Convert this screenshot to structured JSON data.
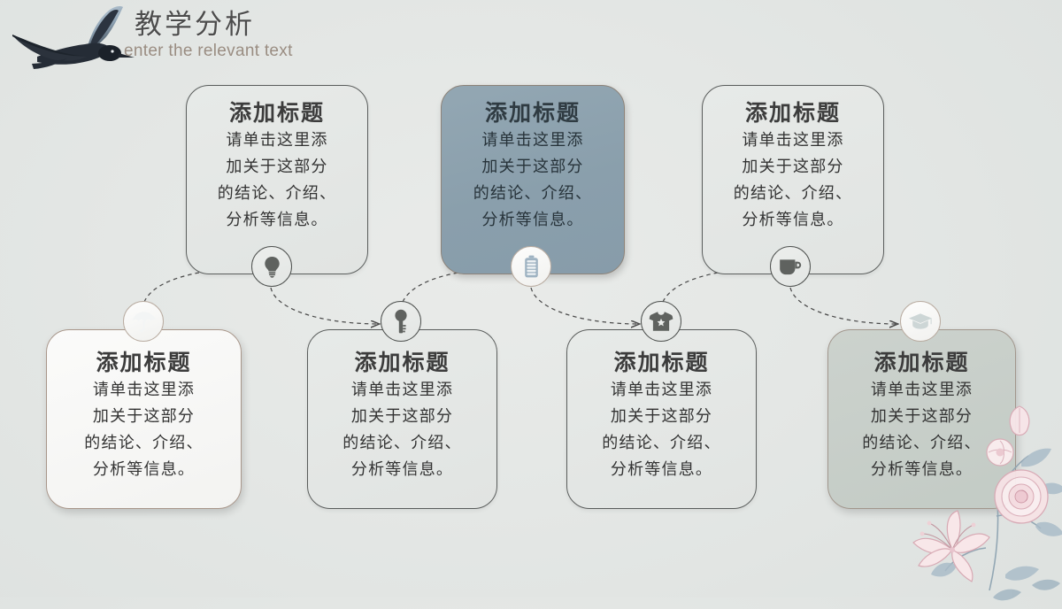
{
  "slide": {
    "background_color": "#e4e7e5",
    "header": {
      "logo_icon": "flying-bird-logo",
      "title_cn": "教学分析",
      "title_en": "enter the relevant text",
      "title_color": "#4c4c4c",
      "subtitle_color": "#9a8d82"
    },
    "decoration": {
      "flower_icon": "watercolor-flower-decoration",
      "petal_color": "#f2cfd6",
      "leaf_color": "#9fb2be"
    },
    "cards": [
      {
        "id": "card-top-1",
        "row": "top",
        "title": "添加标题",
        "body": "请单击这里添\n加关于这部分\n的结论、介绍、\n分析等信息。",
        "icon": "lightbulb-icon",
        "style": "outline",
        "fill_color": "#e4e7e5",
        "border_color": "#5a5d5c",
        "badge_style": "dark"
      },
      {
        "id": "card-top-2",
        "row": "top",
        "title": "添加标题",
        "body": "请单击这里添\n加关于这部分\n的结论、介绍、\n分析等信息。",
        "icon": "battery-icon",
        "style": "accent",
        "fill_color": "#8ba2ae",
        "border_color": "#8d8379",
        "badge_style": "light"
      },
      {
        "id": "card-top-3",
        "row": "top",
        "title": "添加标题",
        "body": "请单击这里添\n加关于这部分\n的结论、介绍、\n分析等信息。",
        "icon": "coffee-cup-icon",
        "style": "outline",
        "fill_color": "#e4e7e5",
        "border_color": "#5a5d5c",
        "badge_style": "dark"
      },
      {
        "id": "card-bottom-1",
        "row": "bottom",
        "title": "添加标题",
        "body": "请单击这里添\n加关于这部分\n的结论、介绍、\n分析等信息。",
        "icon": "umbrella-icon",
        "style": "white",
        "fill_color": "#f7f7f5",
        "border_color": "#a8968a",
        "badge_style": "light"
      },
      {
        "id": "card-bottom-2",
        "row": "bottom",
        "title": "添加标题",
        "body": "请单击这里添\n加关于这部分\n的结论、介绍、\n分析等信息。",
        "icon": "key-icon",
        "style": "outline",
        "fill_color": "#e4e7e5",
        "border_color": "#5a5d5c",
        "badge_style": "dark"
      },
      {
        "id": "card-bottom-3",
        "row": "bottom",
        "title": "添加标题",
        "body": "请单击这里添\n加关于这部分\n的结论、介绍、\n分析等信息。",
        "icon": "tshirt-icon",
        "style": "outline",
        "fill_color": "#e4e7e5",
        "border_color": "#5a5d5c",
        "badge_style": "dark"
      },
      {
        "id": "card-bottom-4",
        "row": "bottom",
        "title": "添加标题",
        "body": "请单击这里添\n加关于这部分\n的结论、介绍、\n分析等信息。",
        "icon": "graduation-cap-icon",
        "style": "sage",
        "fill_color": "#c7cdc8",
        "border_color": "#a1968c",
        "badge_style": "light"
      }
    ],
    "flow": {
      "connector_style": "dashed-curved-arrow",
      "connector_color": "#4a4a4a",
      "sequence": [
        "umbrella-icon",
        "lightbulb-icon",
        "key-icon",
        "battery-icon",
        "tshirt-icon",
        "coffee-cup-icon",
        "graduation-cap-icon"
      ]
    }
  }
}
